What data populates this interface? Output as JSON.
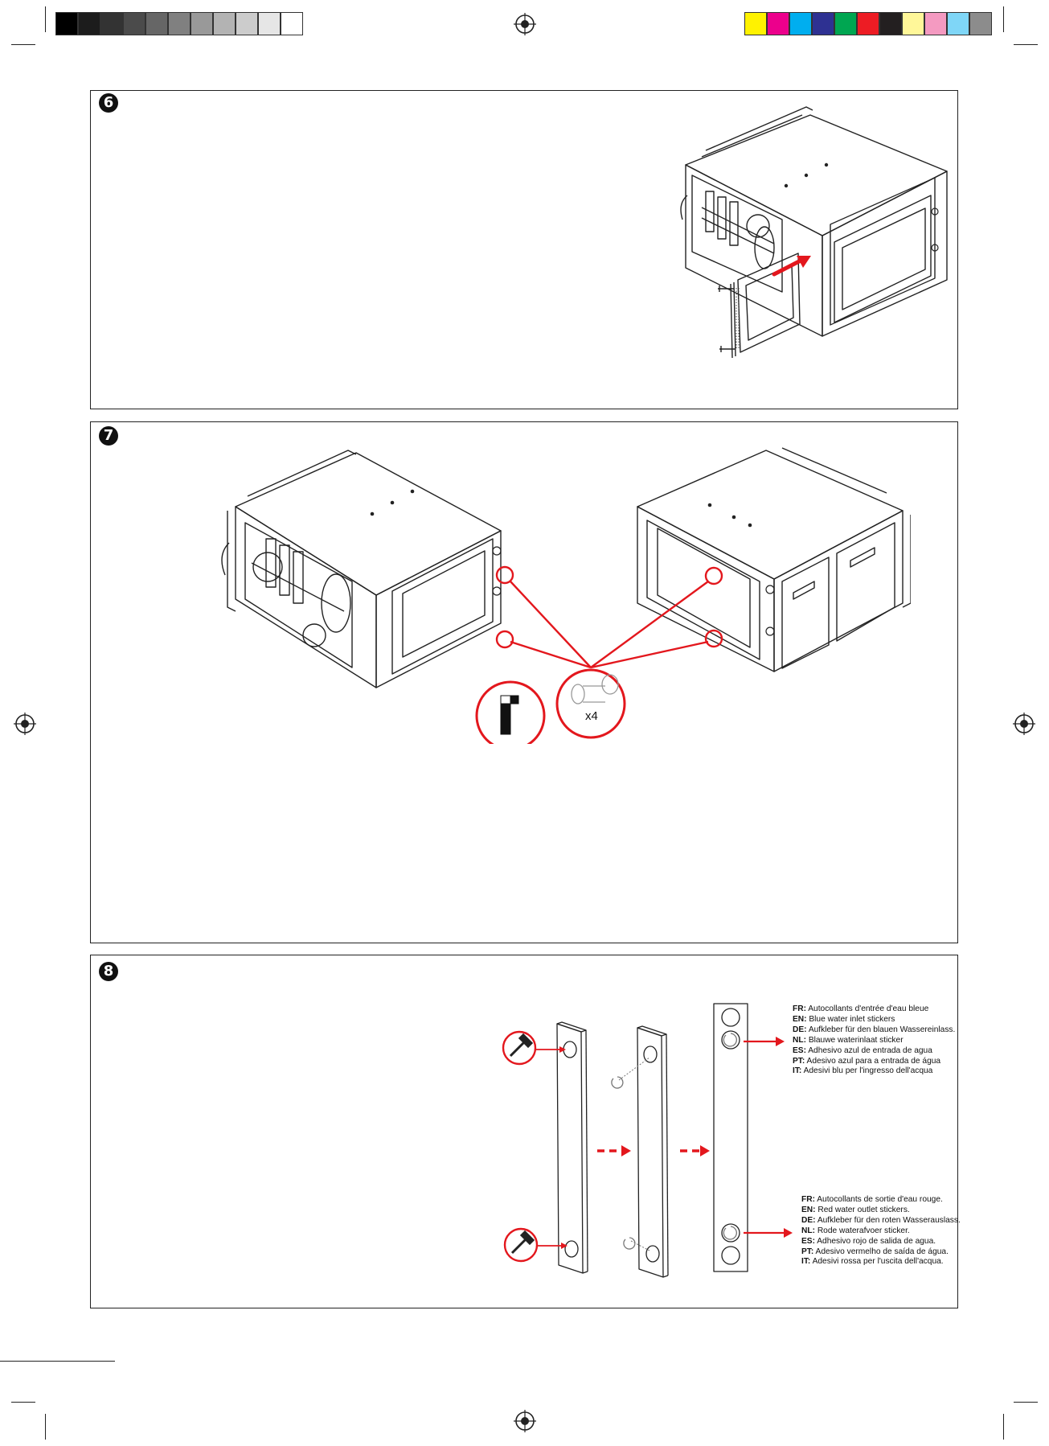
{
  "registration": {
    "grayscale_colors": [
      "#000000",
      "#1c1c1c",
      "#333333",
      "#4b4b4b",
      "#666666",
      "#808080",
      "#999999",
      "#b3b3b3",
      "#cccccc",
      "#e6e6e6",
      "#ffffff"
    ],
    "process_colors": [
      "#fff200",
      "#ec008c",
      "#00aeef",
      "#2e3192",
      "#00a651",
      "#ed1c24",
      "#231f20",
      "#fff799",
      "#f49ac1",
      "#7fd6f7",
      "#8c8c8c"
    ]
  },
  "steps": [
    {
      "number": "6"
    },
    {
      "number": "7",
      "quantity_label": "x4"
    },
    {
      "number": "8"
    }
  ],
  "stickers": {
    "blue_inlet": [
      {
        "lang": "FR:",
        "text": " Autocollants d'entrée d'eau bleue"
      },
      {
        "lang": "EN:",
        "text": " Blue water inlet stickers"
      },
      {
        "lang": "DE:",
        "text": " Aufkleber für den blauen Wassereinlass."
      },
      {
        "lang": "NL:",
        "text": " Blauwe waterinlaat sticker"
      },
      {
        "lang": "ES:",
        "text": " Adhesivo azul de entrada de agua"
      },
      {
        "lang": "PT:",
        "text": " Adesivo azul para a entrada de água"
      },
      {
        "lang": "IT:",
        "text": " Adesivi blu per l'ingresso dell'acqua"
      }
    ],
    "red_outlet": [
      {
        "lang": "FR:",
        "text": " Autocollants de sortie d'eau rouge."
      },
      {
        "lang": "EN:",
        "text": " Red water outlet stickers."
      },
      {
        "lang": "DE:",
        "text": " Aufkleber für den roten Wasserauslass."
      },
      {
        "lang": "NL:",
        "text": " Rode waterafvoer sticker."
      },
      {
        "lang": "ES:",
        "text": " Adhesivo rojo de salida de agua."
      },
      {
        "lang": "PT:",
        "text": " Adesivo vermelho de saída de água."
      },
      {
        "lang": "IT:",
        "text": " Adesivi rossa per l'uscita dell'acqua."
      }
    ]
  },
  "accent_color": "#e3171d"
}
